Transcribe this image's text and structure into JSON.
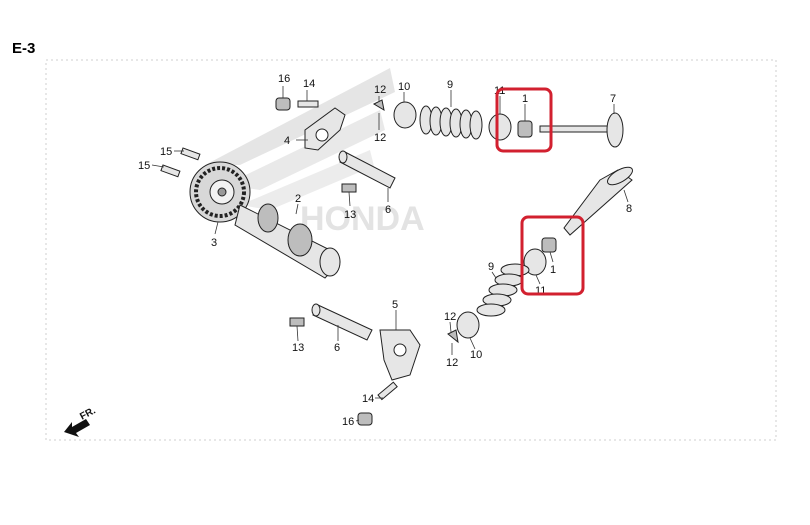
{
  "section_code": "E-3",
  "front_label": "FR.",
  "colors": {
    "highlight": "#d2202f",
    "watermark": "#d9d9d9",
    "line": "#222222"
  },
  "watermark_text": "HONDA",
  "callouts": {
    "c16a": "16",
    "c14a": "14",
    "c12a": "12",
    "c12b": "12",
    "c10a": "10",
    "c9a": "9",
    "c11a": "11",
    "c1a": "1",
    "c7": "7",
    "c4": "4",
    "c15a": "15",
    "c15b": "15",
    "c2": "2",
    "c3": "3",
    "c13a": "13",
    "c6a": "6",
    "c8": "8",
    "c1b": "1",
    "c11b": "11",
    "c9b": "9",
    "c5": "5",
    "c13b": "13",
    "c6b": "6",
    "c12c": "12",
    "c12d": "12",
    "c10b": "10",
    "c14b": "14",
    "c16b": "16"
  }
}
